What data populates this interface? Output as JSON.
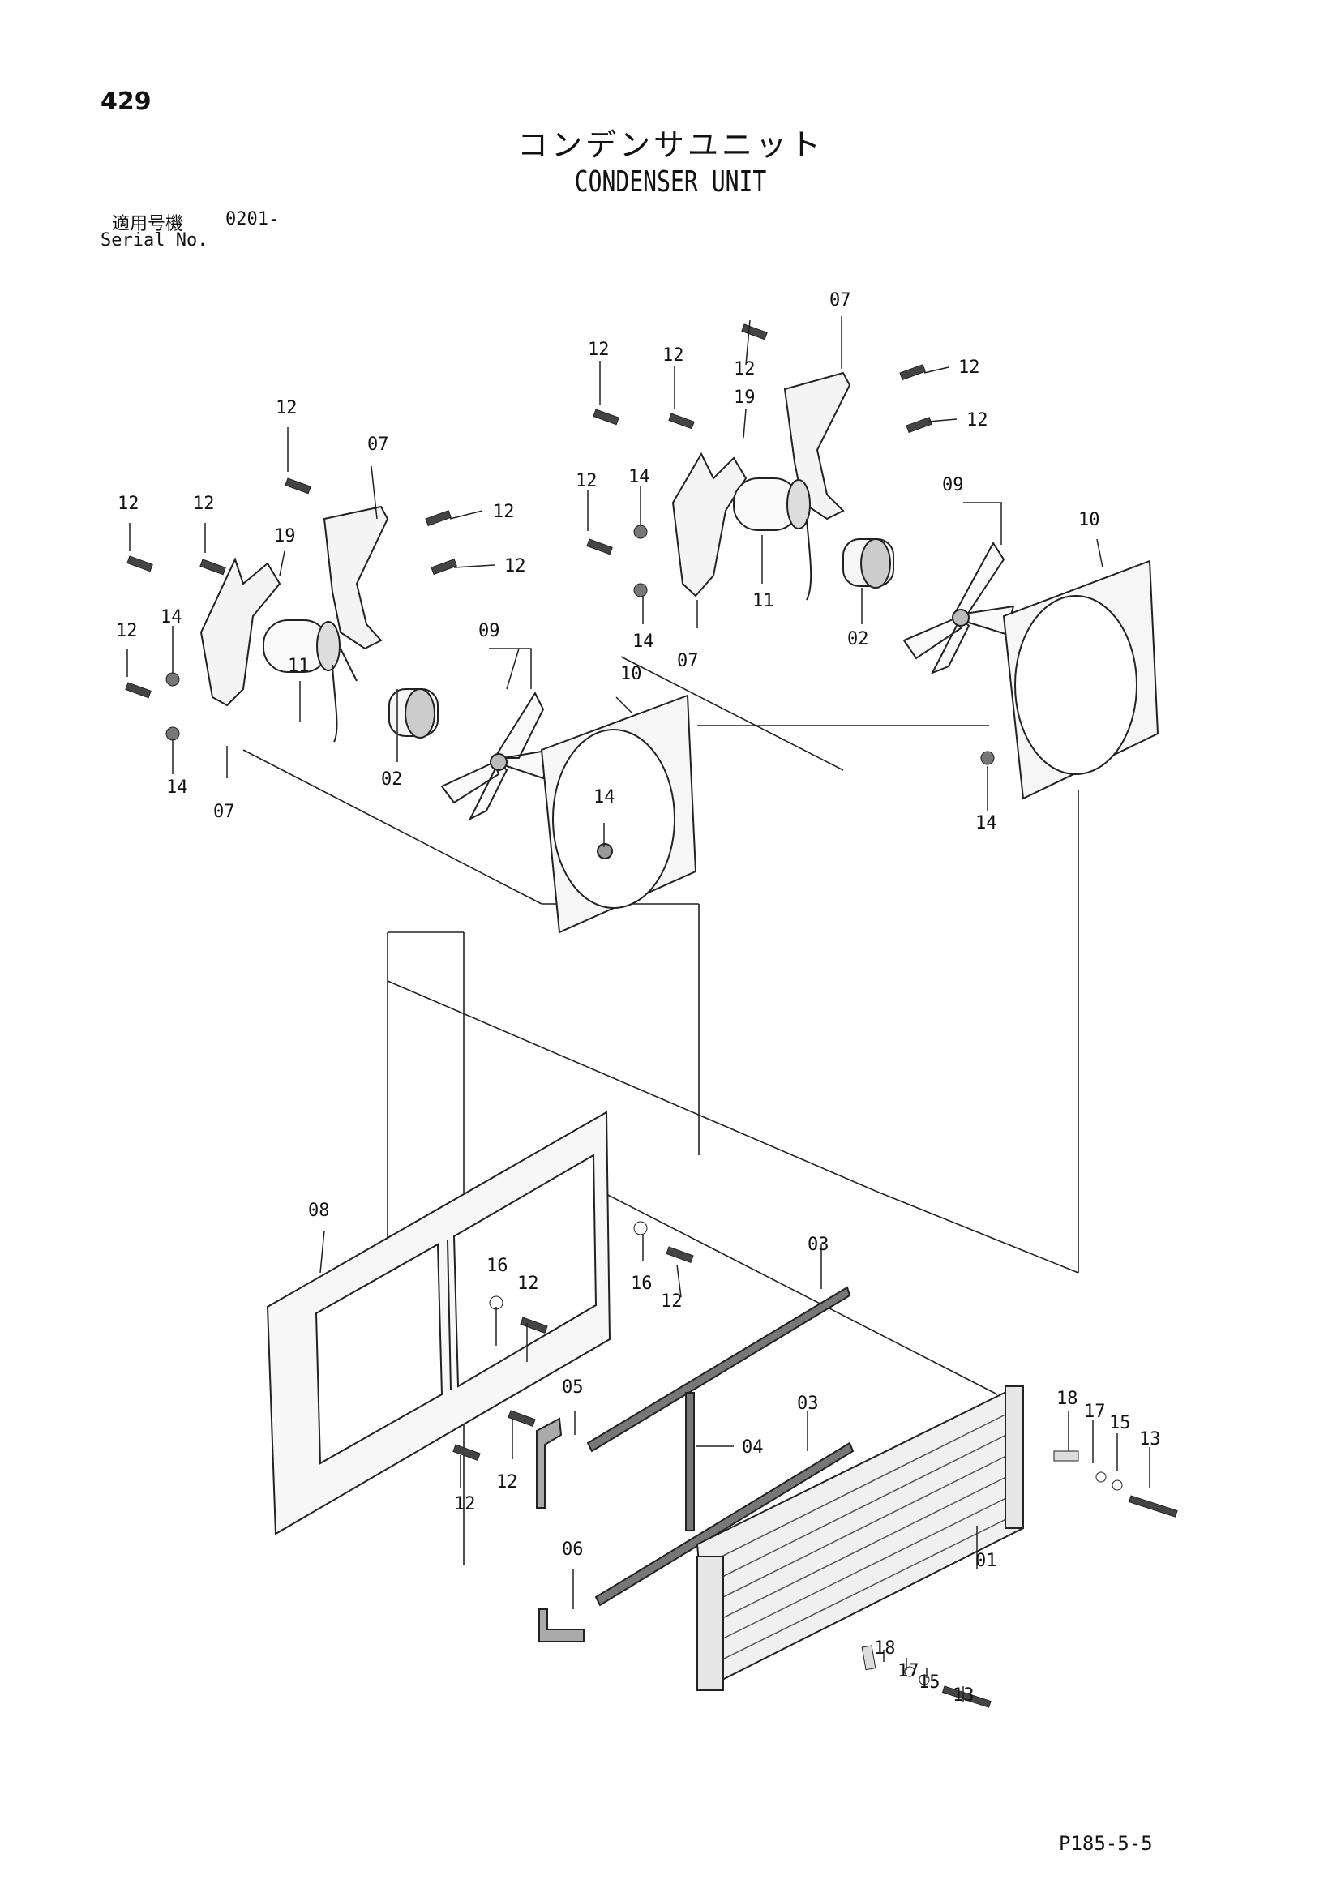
{
  "header": {
    "page_number": "429",
    "title_jp": "コンデンサユニット",
    "title_en": "CONDENSER UNIT",
    "serial_label_jp": "適用号機",
    "serial_value": "0201-",
    "serial_label_en": "Serial No."
  },
  "footer": {
    "page_code": "P185-5-5"
  },
  "callouts": {
    "c01": "01",
    "c02": "02",
    "c03": "03",
    "c04": "04",
    "c05": "05",
    "c06": "06",
    "c07": "07",
    "c08": "08",
    "c09": "09",
    "c10": "10",
    "c11": "11",
    "c12": "12",
    "c13": "13",
    "c14": "14",
    "c15": "15",
    "c16": "16",
    "c17": "17",
    "c18": "18",
    "c19": "19"
  }
}
